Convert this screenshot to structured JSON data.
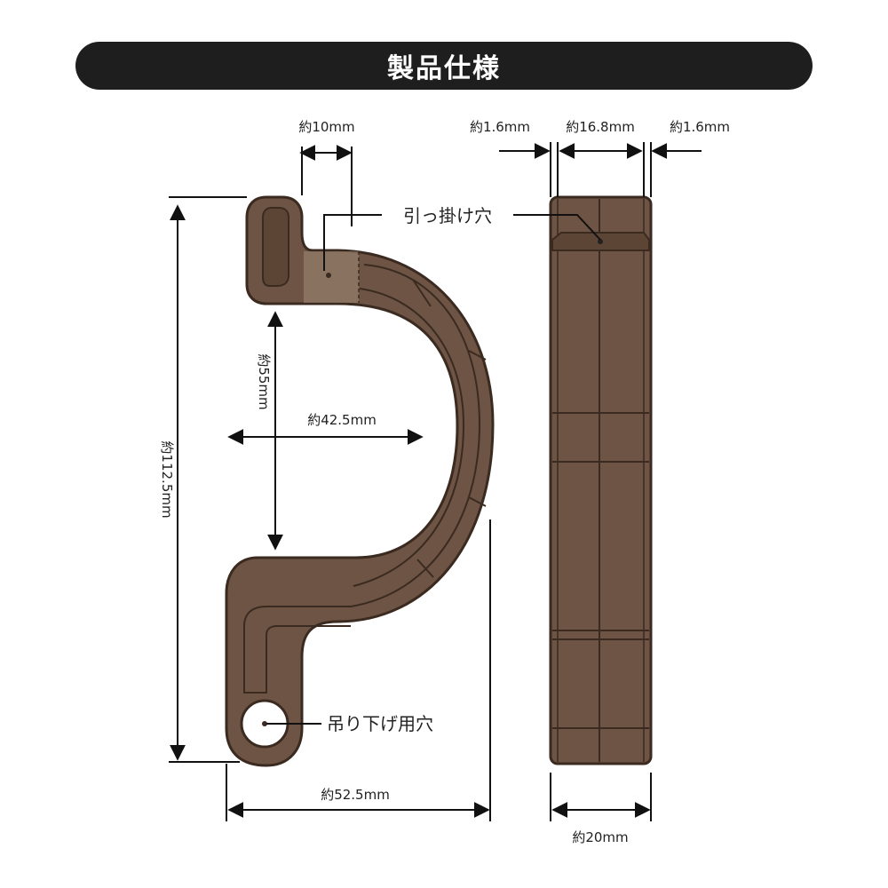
{
  "title": "製品仕様",
  "colors": {
    "body": "#6e5444",
    "outline": "#3a2a20",
    "inner": "#5d4536",
    "hole_highlight": "#a08a78",
    "title_bg": "#1e1e1e"
  },
  "dimensions": {
    "top_tab_width": "約10mm",
    "side_wall_left": "約1.6mm",
    "inner_width": "約16.8mm",
    "side_wall_right": "約1.6mm",
    "total_height": "約112.5mm",
    "inner_height": "約55mm",
    "inner_depth": "約42.5mm",
    "total_width": "約52.5mm",
    "side_thickness": "約20mm"
  },
  "callouts": {
    "hook_hole": "引っ掛け穴",
    "hanging_hole": "吊り下げ用穴"
  }
}
